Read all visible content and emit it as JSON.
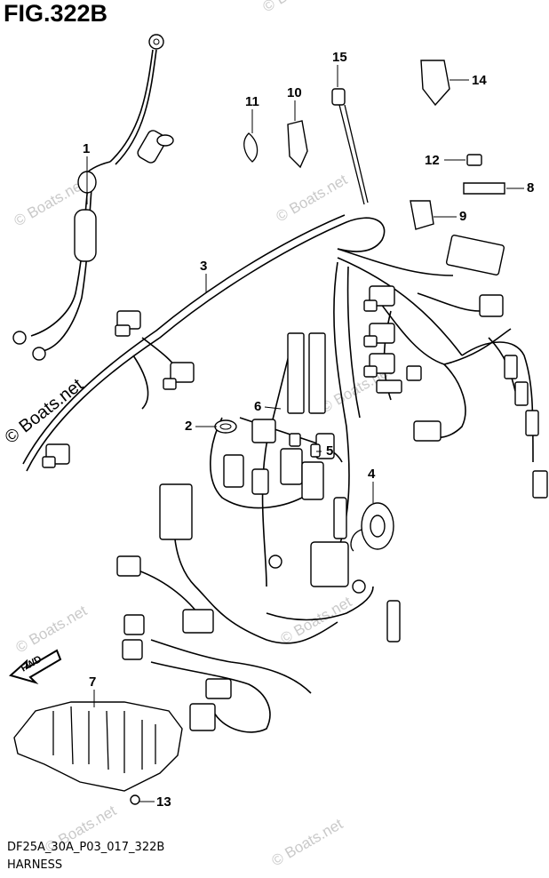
{
  "figure": {
    "title": "FIG.322B",
    "code": "DF25A_30A_P03_017_322B",
    "name": "HARNESS",
    "direction_label": "FWD"
  },
  "watermark": "© Boats.net",
  "callouts": [
    {
      "id": "c1",
      "label": "1"
    },
    {
      "id": "c2",
      "label": "2"
    },
    {
      "id": "c3",
      "label": "3"
    },
    {
      "id": "c4",
      "label": "4"
    },
    {
      "id": "c5",
      "label": "5"
    },
    {
      "id": "c6",
      "label": "6"
    },
    {
      "id": "c7",
      "label": "7"
    },
    {
      "id": "c8",
      "label": "8"
    },
    {
      "id": "c9",
      "label": "9"
    },
    {
      "id": "c10",
      "label": "10"
    },
    {
      "id": "c11",
      "label": "11"
    },
    {
      "id": "c12",
      "label": "12"
    },
    {
      "id": "c13",
      "label": "13"
    },
    {
      "id": "c14",
      "label": "14"
    },
    {
      "id": "c15",
      "label": "15"
    }
  ]
}
